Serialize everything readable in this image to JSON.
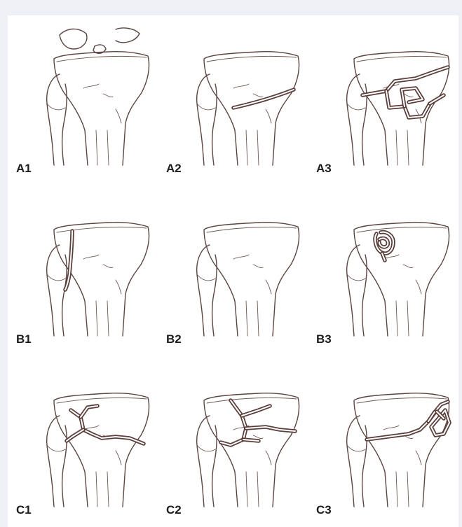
{
  "figure": {
    "panels": [
      {
        "label": "A1"
      },
      {
        "label": "A2"
      },
      {
        "label": "A3"
      },
      {
        "label": "B1"
      },
      {
        "label": "B2"
      },
      {
        "label": "B3"
      },
      {
        "label": "C1"
      },
      {
        "label": "C2"
      },
      {
        "label": "C3"
      }
    ]
  }
}
